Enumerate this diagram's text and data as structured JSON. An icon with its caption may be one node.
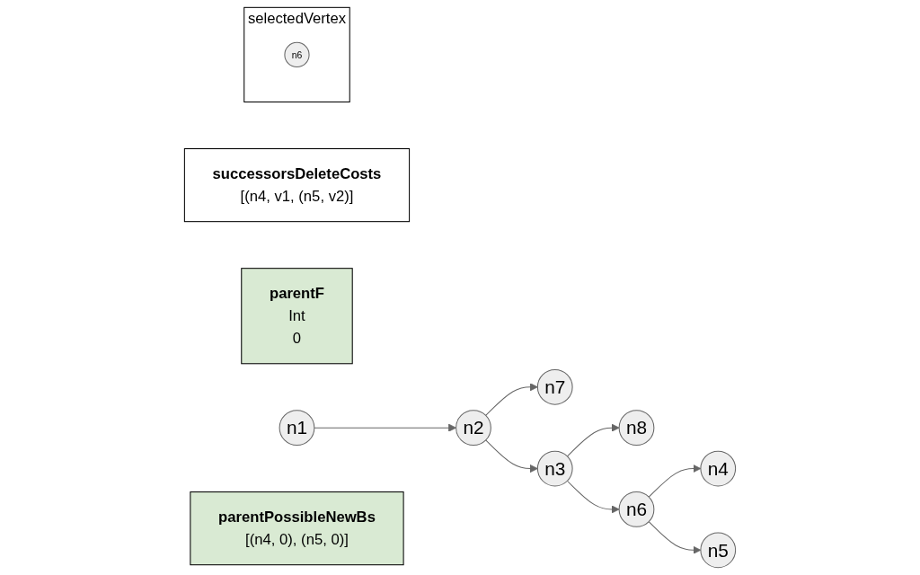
{
  "diagram": {
    "nodes": [
      {
        "text": [
          "successorsDeleteCosts",
          "[(n4, v1, (n5, v2)]"
        ]
      },
      {
        "text": [
          "parentF",
          "Int",
          "0"
        ]
      },
      {
        "text": [
          "n1"
        ]
      },
      {
        "text": [
          "n2"
        ]
      },
      {
        "text": [
          "n7"
        ]
      },
      {
        "text": [
          "n3"
        ]
      },
      {
        "text": [
          "n8"
        ]
      },
      {
        "text": [
          "n6"
        ]
      },
      {
        "text": [
          "n4"
        ]
      },
      {
        "text": [
          "n5"
        ]
      },
      {
        "text": [
          "selectedVertex"
        ]
      },
      {
        "text": [
          "n6"
        ],
        "in": 10
      },
      {
        "text": [
          "parentPossibleNewBs",
          "[(n4, 0), (n5, 0)]"
        ]
      }
    ],
    "edges": [
      {
        "from": 2,
        "to": 3,
        "arrow": "to"
      },
      {
        "from": 3,
        "to": 4,
        "arrow": "to"
      },
      {
        "from": 3,
        "to": 5,
        "arrow": "to"
      },
      {
        "from": 5,
        "to": 6,
        "arrow": "to"
      },
      {
        "from": 5,
        "to": 7,
        "arrow": "to"
      },
      {
        "from": 7,
        "to": 8,
        "arrow": "to"
      },
      {
        "from": 7,
        "to": 9,
        "arrow": "to"
      }
    ]
  }
}
